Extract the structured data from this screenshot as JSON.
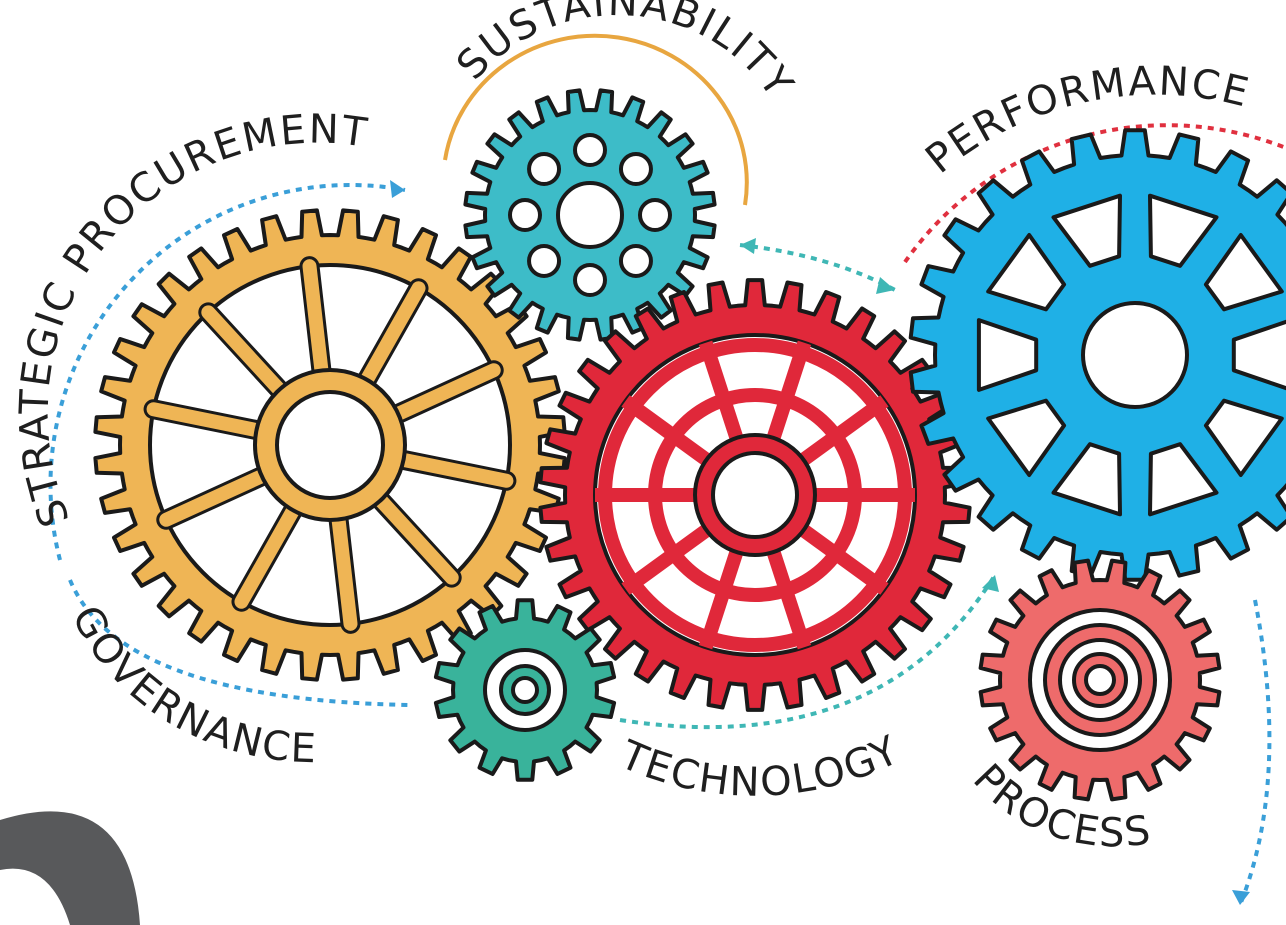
{
  "labels": {
    "strategic_procurement": "STRATEGIC PROCUREMENT",
    "sustainability": "SUSTAINABILITY",
    "performance": "PERFORMANCE",
    "governance": "GOVERNANCE",
    "technology": "TECHNOLOGY",
    "process": "PROCESS"
  },
  "colors": {
    "orange_gear": "#efb555",
    "teal_small_gear": "#3dbcc8",
    "red_gear": "#e0283a",
    "blue_gear": "#1fb0e6",
    "green_teal_gear": "#39b39b",
    "salmon_gear": "#ee6b6b",
    "outline": "#1a1a1a",
    "dark_shape": "#58595b"
  }
}
